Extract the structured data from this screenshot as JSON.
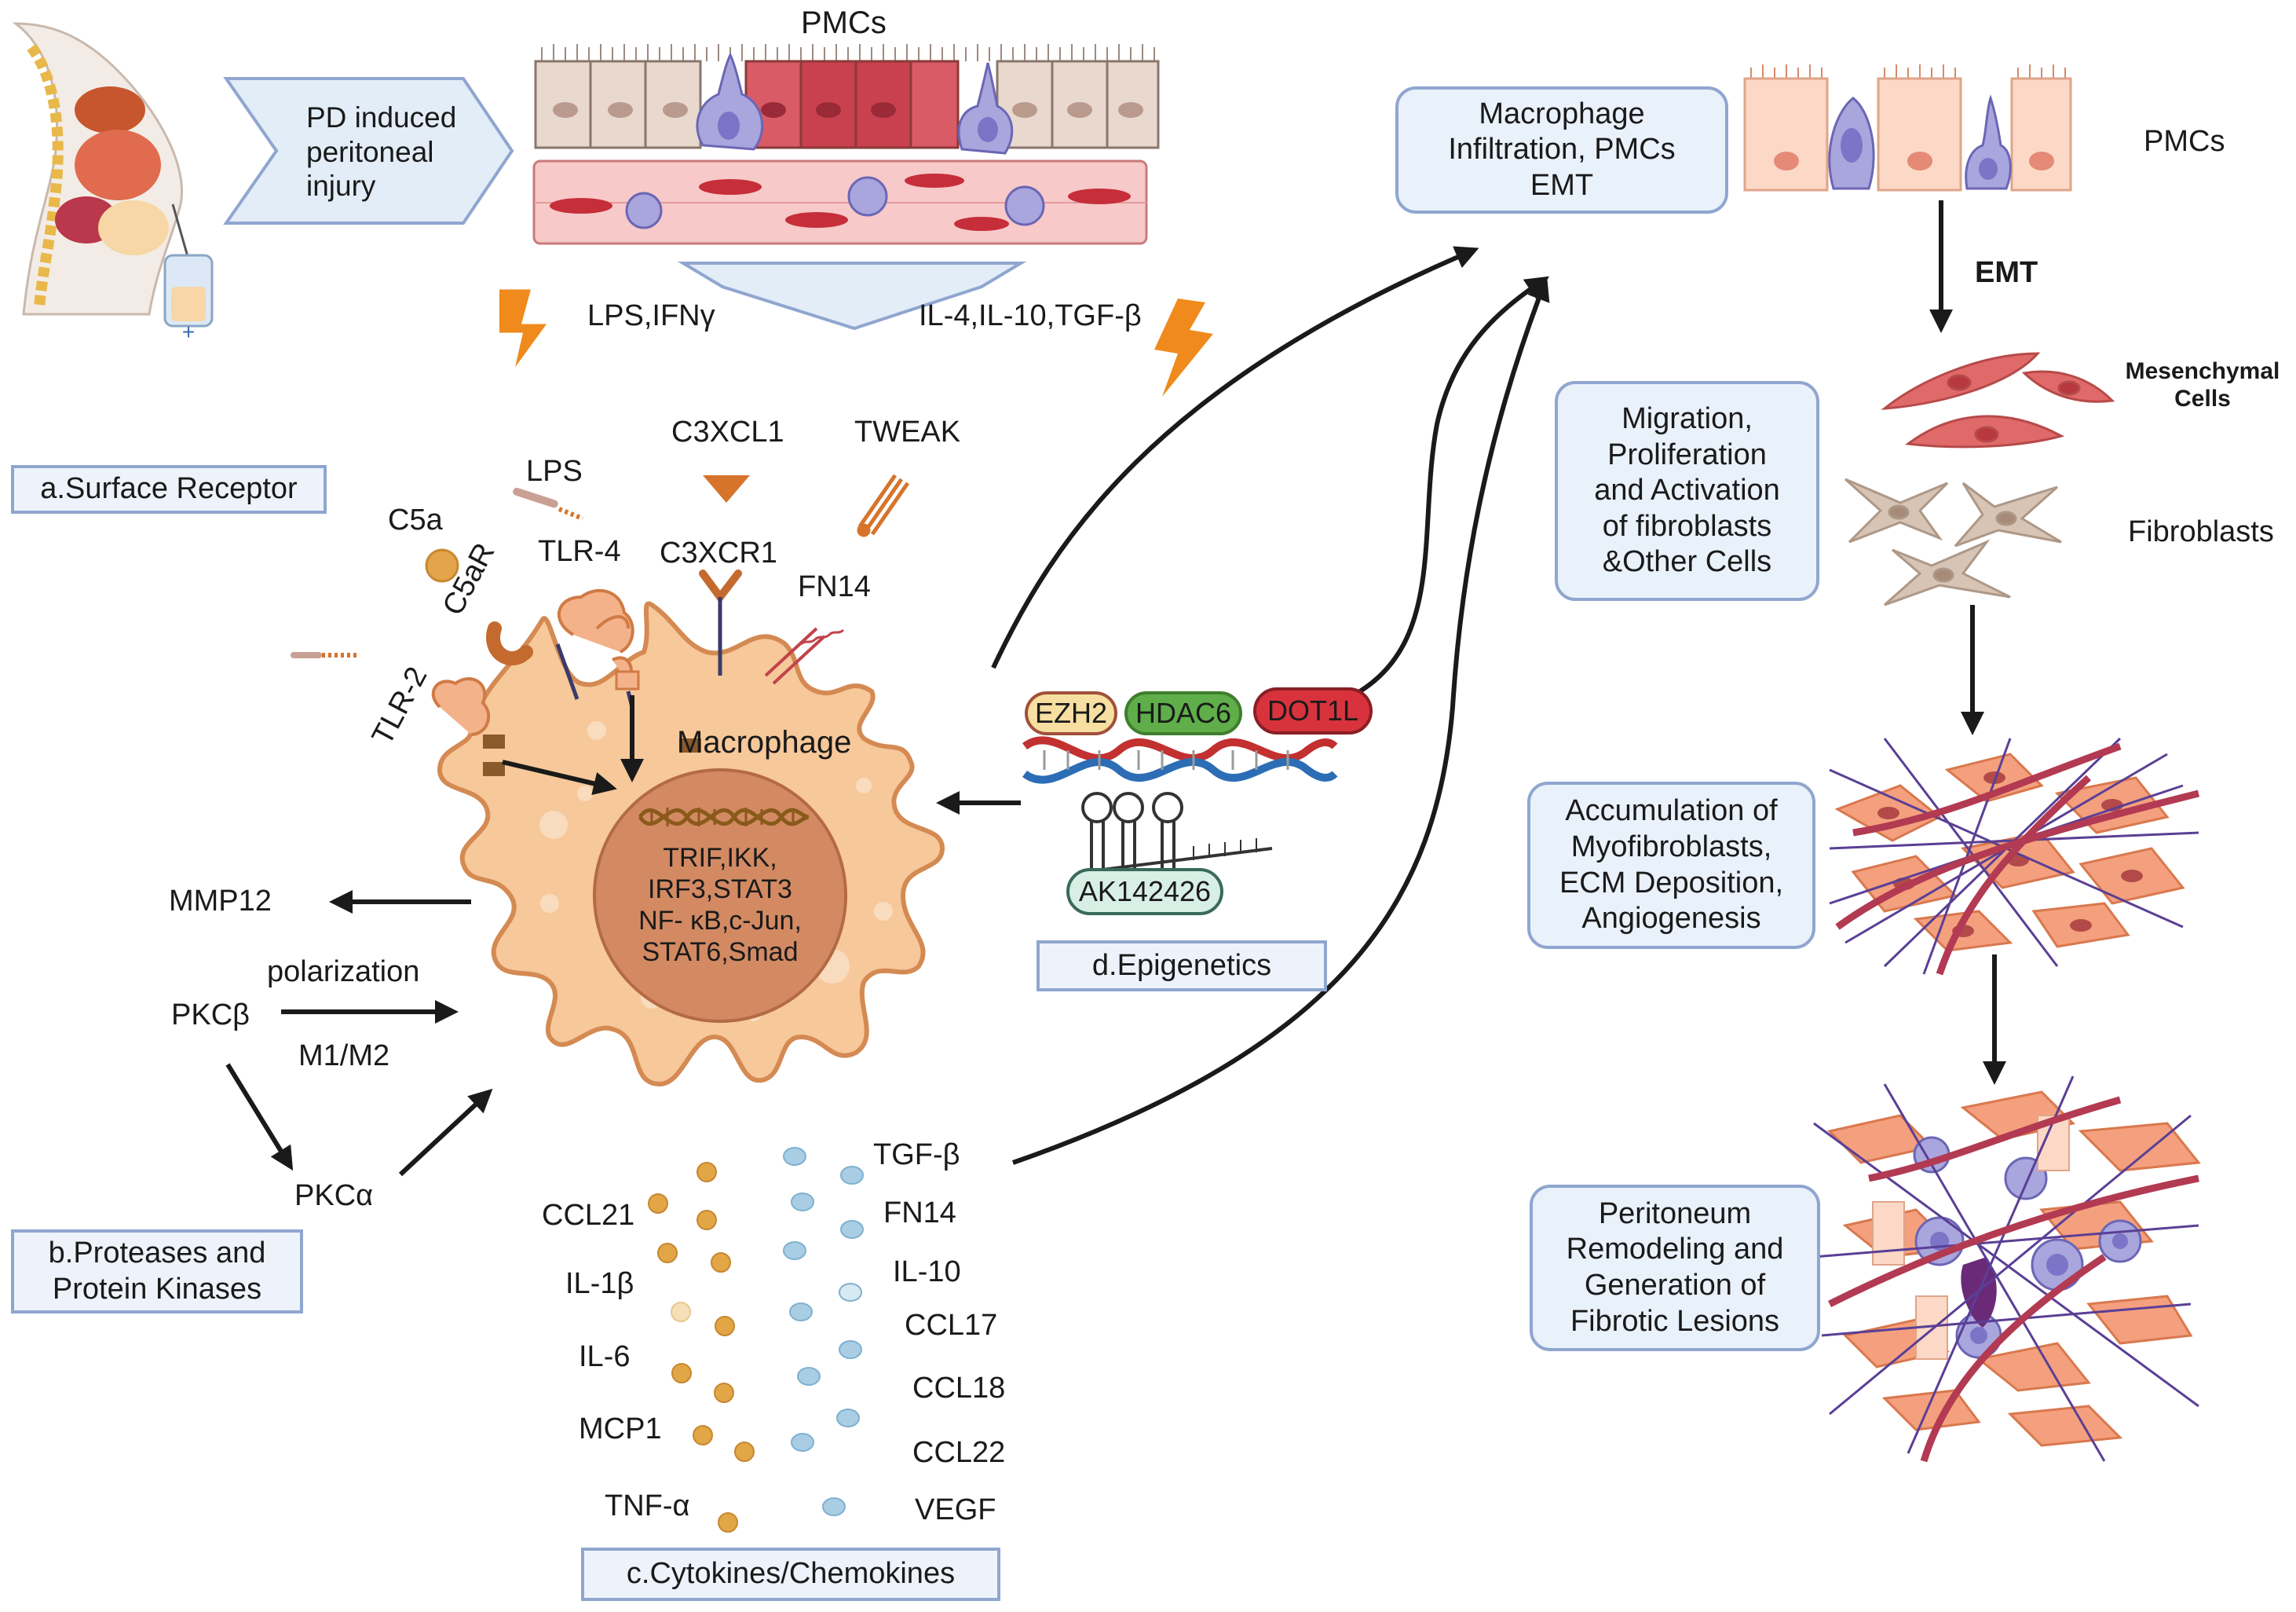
{
  "colors": {
    "arrow": "#1a1a1a",
    "box_border": "#8fa6cf",
    "box_fill": "#e9f1fb",
    "macrophage": "#f6c89a",
    "macrophage_edge": "#d48a52",
    "nucleus": "#d38a63",
    "ezh2": "#f6dfa0",
    "hdac6": "#5fae4a",
    "dot1l": "#d8333d",
    "ak_fill": "#d8efe6",
    "lightning": "#f08a1c",
    "fibro_red": "#d9534f",
    "fibroblast": "#d7c4b4",
    "orange_dots": "#e2a647",
    "blue_dots": "#a9cde3"
  },
  "top": {
    "pmcs_label": "PMCs",
    "pd_arrow_text": "PD induced\nperitoneal\ninjury",
    "lps_ifn": "LPS,IFNγ",
    "il_tgf": "IL-4,IL-10,TGF-β"
  },
  "receptors": {
    "c3xcl1": "C3XCL1",
    "tweak": "TWEAK",
    "lps": "LPS",
    "c5a": "C5a",
    "tlr4": "TLR-4",
    "c3xcr1": "C3XCR1",
    "c5ar": "C5aR",
    "fn14": "FN14",
    "tlr2": "TLR-2"
  },
  "macrophage": {
    "label": "Macrophage",
    "nucleus_text": "TRIF,IKK,\nIRF3,STAT3\nNF- κB,c-Jun,\nSTAT6,Smad"
  },
  "left": {
    "mmp12": "MMP12",
    "polarization": "polarization",
    "pkcb": "PKCβ",
    "m1m2": "M1/M2",
    "pkca": "PKCα"
  },
  "sections": {
    "a": "a.Surface Receptor",
    "b": "b.Proteases and\nProtein Kinases",
    "c": "c.Cytokines/Chemokines",
    "d": "d.Epigenetics"
  },
  "epigenetics": {
    "ezh2": "EZH2",
    "hdac6": "HDAC6",
    "dot1l": "DOT1L",
    "ak": "AK142426"
  },
  "cytokines_left": [
    "CCL21",
    "IL-1β",
    "IL-6",
    "MCP1",
    "TNF-α"
  ],
  "cytokines_right": [
    "TGF-β",
    "FN14",
    "IL-10",
    "CCL17",
    "CCL18",
    "CCL22",
    "VEGF"
  ],
  "right": {
    "box1": "Macrophage\nInfiltration, PMCs\nEMT",
    "pmcs": "PMCs",
    "emt": "EMT",
    "mesenchymal": "Mesenchymal\nCells",
    "box2": "Migration,\nProliferation\nand Activation\nof fibroblasts\n&Other Cells",
    "fibroblasts": "Fibroblasts",
    "box3": "Accumulation of\nMyofibroblasts,\nECM Deposition,\nAngiogenesis",
    "box4": "Peritoneum\nRemodeling and\nGeneration of\nFibrotic Lesions"
  }
}
